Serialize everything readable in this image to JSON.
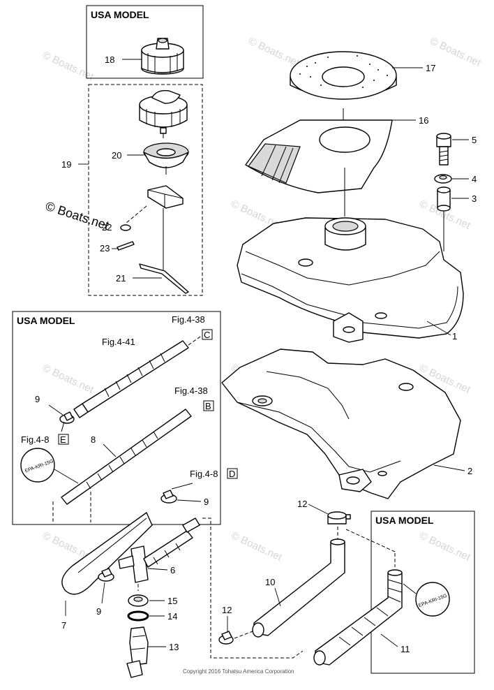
{
  "diagram": {
    "usa_model_label": "USA MODEL",
    "copyright": "Copyright 2016 Tohatsu America Corporation",
    "watermark": "© Boats.net",
    "watermark_main": "© Boats.net",
    "stamp_text": "EPA-KRI-15G",
    "part_numbers": {
      "p1": "1",
      "p2": "2",
      "p3": "3",
      "p4": "4",
      "p5": "5",
      "p6": "6",
      "p7": "7",
      "p8": "8",
      "p9a": "9",
      "p9b": "9",
      "p9c": "9",
      "p10": "10",
      "p11": "11",
      "p12a": "12",
      "p12b": "12",
      "p13": "13",
      "p14": "14",
      "p15": "15",
      "p16": "16",
      "p17": "17",
      "p18": "18",
      "p19": "19",
      "p20": "20",
      "p21": "21",
      "p22": "22",
      "p23": "23"
    },
    "figure_refs": {
      "fig438a": "Fig.4-38",
      "fig438b": "Fig.4-38",
      "fig441": "Fig.4-41",
      "fig48e": "Fig.4-8",
      "fig48d": "Fig.4-8",
      "letterC": "C",
      "letterB": "B",
      "letterE": "E",
      "letterD": "D"
    }
  }
}
